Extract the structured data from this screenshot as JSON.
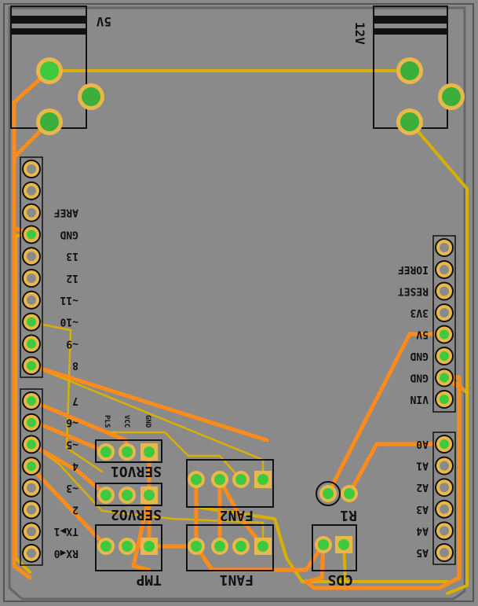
{
  "board": {
    "connectors": {
      "power_5v": "5V",
      "power_12v": "12V"
    },
    "arduino_left_pins": [
      "",
      "",
      "AREF",
      "GND",
      "13",
      "12",
      "~11",
      "~10",
      "~9",
      "8",
      "7",
      "~6",
      "~5",
      "4",
      "~3",
      "2",
      "TX▶1",
      "RX◀0"
    ],
    "arduino_right_pins": [
      "IOREF",
      "RESET",
      "3V3",
      "5V",
      "GND",
      "GND",
      "VIN"
    ],
    "arduino_analog_pins": [
      "A0",
      "A1",
      "A2",
      "A3",
      "A4",
      "A5"
    ],
    "servo_header": [
      "PLS",
      "VCC",
      "GND"
    ],
    "components": {
      "servo1": "SERVO1",
      "servo2": "SERVO2",
      "fan2": "FAN2",
      "fan1": "FAN1",
      "tmp": "TMP",
      "r1": "R1",
      "cds": "CDS"
    }
  },
  "colors": {
    "board": "#8a8a8a",
    "pad_copper": "#e9b84a",
    "pad_drill": "#3ec93e",
    "track_top": "#ff8c1a",
    "track_bottom": "#d9b000"
  }
}
